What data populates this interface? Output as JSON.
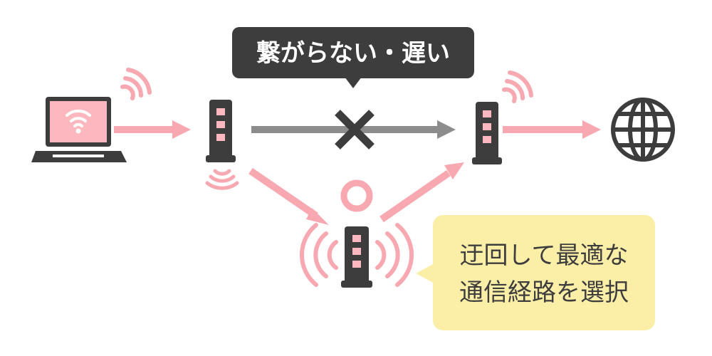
{
  "callouts": {
    "failure_label": "繋がらない・遅い",
    "reroute_line1": "迂回して最適な",
    "reroute_line2": "通信経路を選択"
  },
  "colors": {
    "dark": "#3d3d3d",
    "pink": "#f8a8b0",
    "pink_fill": "#fcb8be",
    "gray_arrow": "#8c8c8c",
    "note_bg": "#fbefa8",
    "white": "#ffffff"
  },
  "icons": {
    "laptop": "laptop-icon",
    "router": "router-icon",
    "globe": "globe-icon",
    "wifi": "wifi-icon",
    "cross": "cross-icon"
  }
}
